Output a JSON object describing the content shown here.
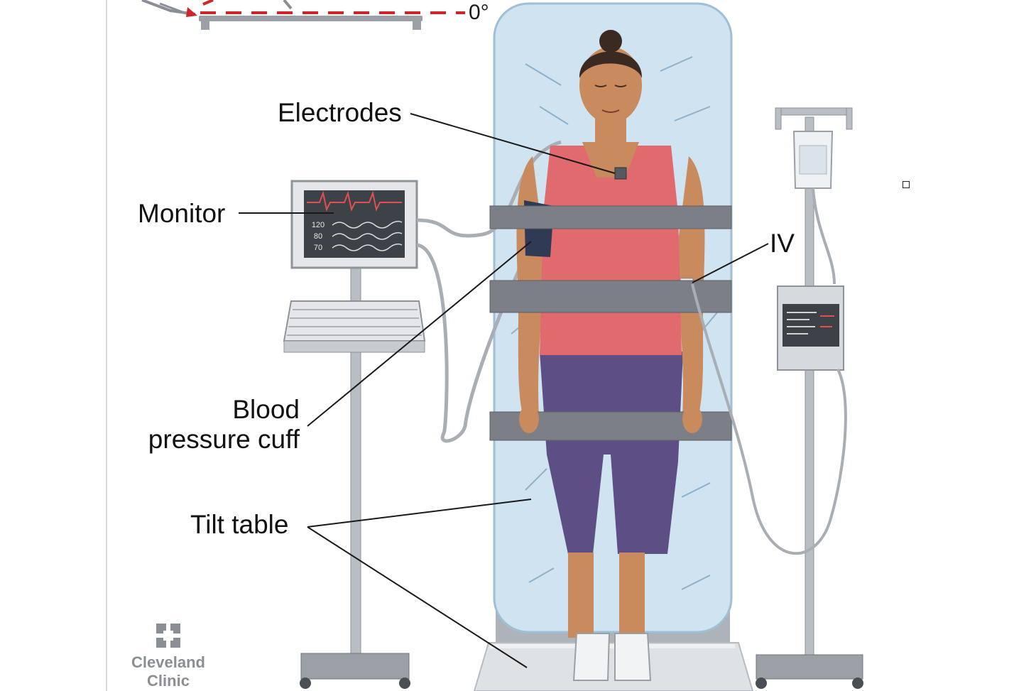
{
  "angle_label": "0°",
  "labels": {
    "electrodes": "Electrodes",
    "monitor": "Monitor",
    "iv": "IV",
    "bp_line1": "Blood",
    "bp_line2": "pressure cuff",
    "tilt_table": "Tilt table"
  },
  "monitor_readings": [
    "120",
    "80",
    "70"
  ],
  "logo": {
    "line1": "Cleveland",
    "line2": "Clinic"
  },
  "colors": {
    "table": "#cfe3f0",
    "straps": "#7c7f85",
    "shirt": "#e06a6e",
    "pants": "#5d4f86",
    "skin": "#c98a5e",
    "red_dash": "#d0242b",
    "equipment": "#b9bec4"
  }
}
